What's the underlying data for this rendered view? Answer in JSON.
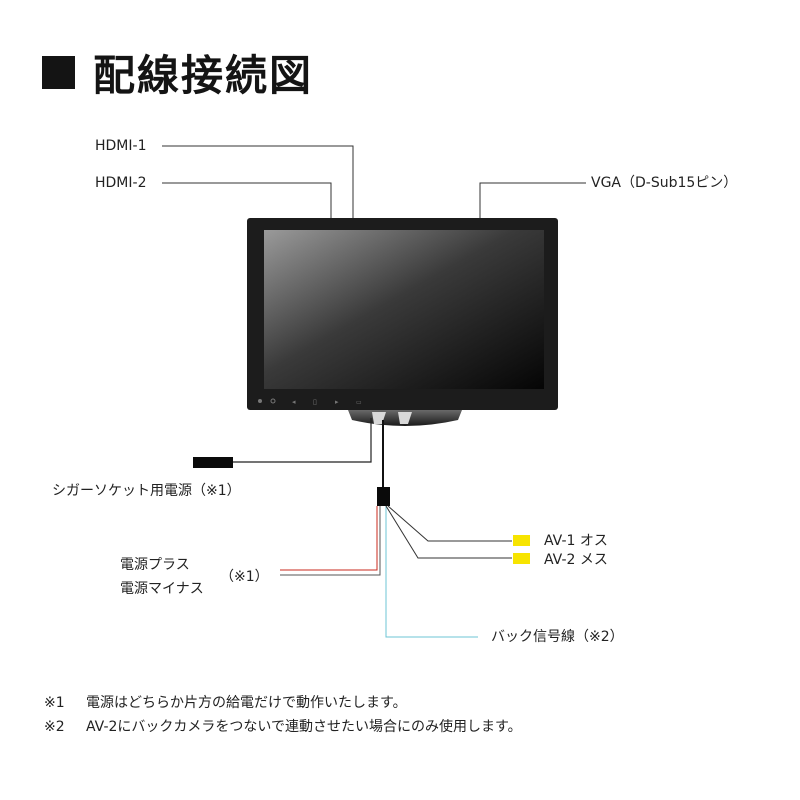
{
  "title": "配線接続図",
  "labels": {
    "hdmi1": "HDMI-1",
    "hdmi2": "HDMI-2",
    "vga": "VGA（D-Sub15ピン）",
    "cigar": "シガーソケット用電源（※1）",
    "av1": "AV-1 オス",
    "av2": "AV-2 メス",
    "power_plus": "電源プラス",
    "power_minus": "電源マイナス",
    "power_note": "（※1）",
    "back_signal": "バック信号線（※2）"
  },
  "notes": [
    {
      "mark": "※1",
      "text": "電源はどちらか片方の給電だけで動作いたします。"
    },
    {
      "mark": "※2",
      "text": "AV-2にバックカメラをつないで連動させたい場合にのみ使用します。"
    }
  ],
  "colors": {
    "bezel": "#1c1c1c",
    "connector_yellow": "#f7e400",
    "wire_red": "#c8281e",
    "wire_cyan": "#6cc4d4",
    "line": "#333333"
  }
}
